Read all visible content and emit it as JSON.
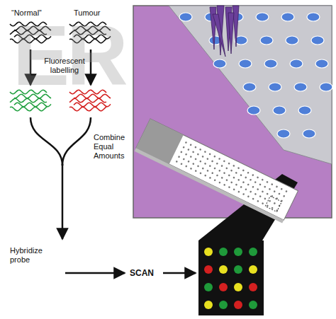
{
  "diagram": {
    "labels": [
      "ER",
      "“Normal”",
      "Tumour",
      "Fluorescent labelling",
      "Combine Equal Amounts",
      "Hybridize probe",
      "SCAN"
    ]
  }
}
